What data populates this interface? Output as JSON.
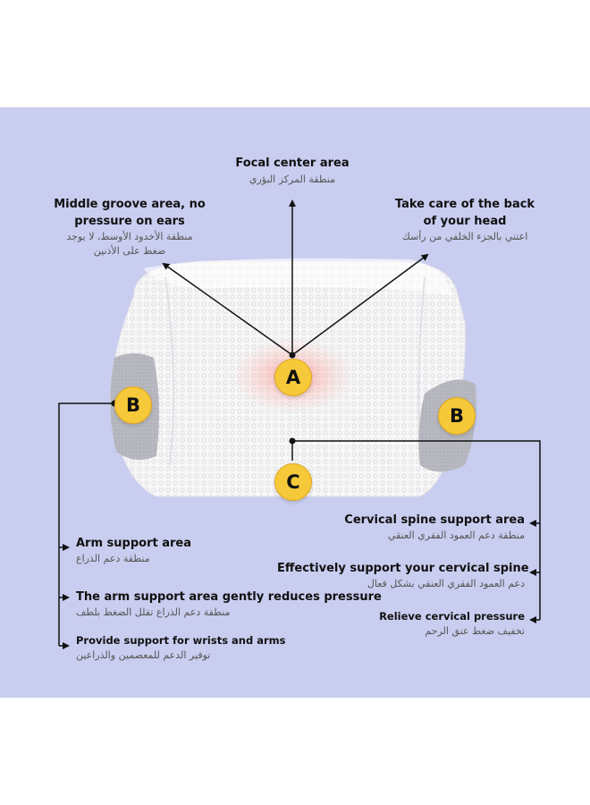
{
  "colors": {
    "panel": "#c9cdef",
    "badge": "#f6c93a",
    "line": "#111111",
    "pillow": "#f4f4f4",
    "mesh": "#b9bcc9",
    "glow": "#ff8a7a"
  },
  "labels": {
    "focal": {
      "en": "Focal center area",
      "ar": "منطقة المركز البؤري"
    },
    "groove": {
      "en": "Middle groove area, no pressure on ears",
      "ar": "منطقة الأخدود الأوسط، لا يوجد ضغط على الأذنين"
    },
    "back": {
      "en": "Take care of the back of your head",
      "ar": "اعتني بالجزء الخلفي من رأسك"
    },
    "arm_area": {
      "en": "Arm support area",
      "ar": "منطقة دعم الذراع"
    },
    "arm_pressure": {
      "en": "The arm support area gently reduces pressure",
      "ar": "منطقة دعم الذراع تقلل الضغط بلطف"
    },
    "wrists": {
      "en": "Provide support for wrists and arms",
      "ar": "توفير الدعم للمعصمين والذراعين"
    },
    "cervical_area": {
      "en": "Cervical spine support area",
      "ar": "منطقة دعم العمود الفقري العنقي"
    },
    "cervical_support": {
      "en": "Effectively support your cervical spine",
      "ar": "دعم العمود الفقري العنقي بشكل فعال"
    },
    "relieve": {
      "en": "Relieve cervical pressure",
      "ar": "تخفيف ضغط عنق الرحم"
    }
  },
  "badges": {
    "a": "A",
    "b_left": "B",
    "b_right": "B",
    "c": "C"
  }
}
